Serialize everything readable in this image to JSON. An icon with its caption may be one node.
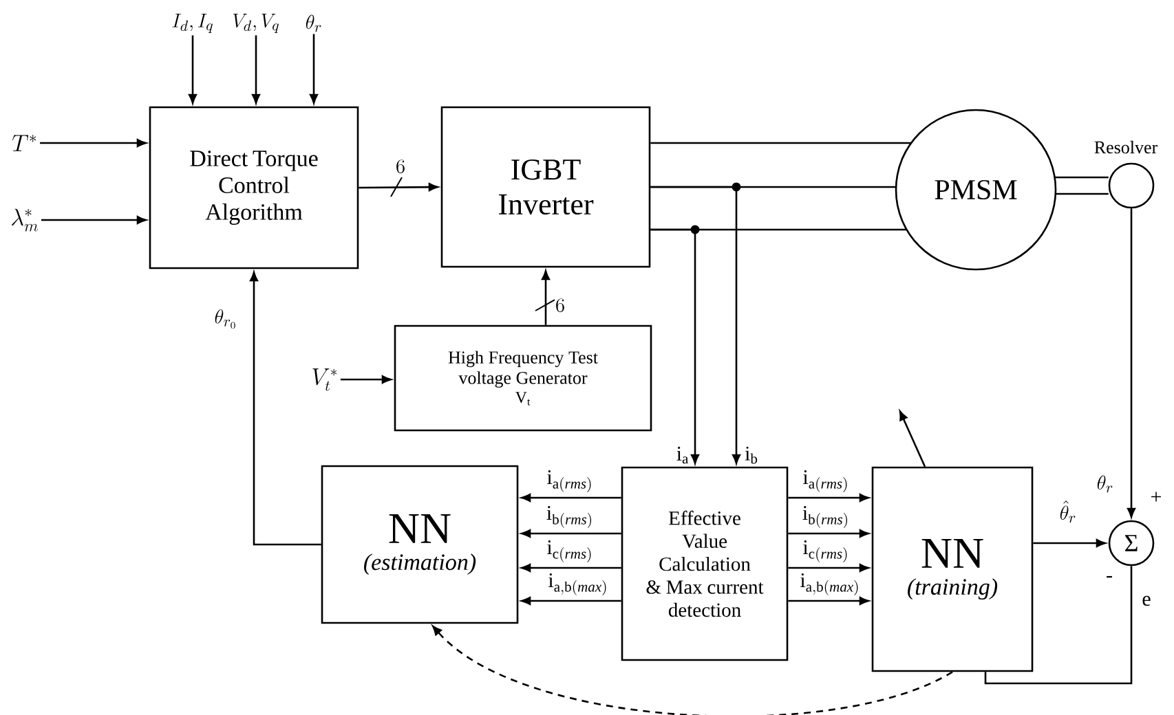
{
  "diagram": {
    "nodes": [
      {
        "text": [
          "Direct Torque Control Algorithm"
        ]
      },
      {
        "text": [
          "IGBT Inverter"
        ]
      },
      {
        "text": [
          "PMSM"
        ]
      },
      {
        "text": [],
        "shape": "circle",
        "beside": [
          "Resolver"
        ]
      },
      {
        "text": [
          "High Frequency Test voltage Generator",
          "V$_{t}$"
        ]
      },
      {
        "text": [
          "NN",
          "(estimation)"
        ]
      },
      {
        "text": [
          "Effective Value Calculation & Max current detection"
        ]
      },
      {
        "text": [
          "NN",
          "(training)"
        ]
      },
      {
        "text": [
          "Σ"
        ]
      },
      {
        "text": [
          "I_d,I_q"
        ]
      },
      {
        "text": [
          "V_d,V_q"
        ]
      },
      {
        "text": [
          "\\theta_r"
        ]
      },
      {
        "text": [
          "T^{*}"
        ]
      },
      {
        "text": [
          "\\lambda_m^{*}"
        ]
      },
      {
        "text": [
          "V_t^{*}"
        ]
      }
    ],
    "edges": [
      {
        "from": 9,
        "to": 0,
        "arrow": "to"
      },
      {
        "from": 10,
        "to": 0,
        "arrow": "to"
      },
      {
        "from": 11,
        "to": 0,
        "arrow": "to"
      },
      {
        "from": 12,
        "to": 0,
        "arrow": "to"
      },
      {
        "from": 13,
        "to": 0,
        "arrow": "to"
      },
      {
        "from": 0,
        "to": 1,
        "arrow": "to",
        "label": "6"
      },
      {
        "from": 1,
        "to": 2,
        "arrow": "none"
      },
      {
        "from": 1,
        "to": 2,
        "arrow": "none"
      },
      {
        "from": 1,
        "to": 2,
        "arrow": "none"
      },
      {
        "from": 2,
        "to": 3,
        "arrow": "none"
      },
      {
        "from": 3,
        "to": 8,
        "arrow": "to",
        "label": "\\theta_r"
      },
      {
        "from": 14,
        "to": 4,
        "arrow": "to"
      },
      {
        "from": 4,
        "to": 1,
        "arrow": "to",
        "label": "6"
      },
      {
        "from": 1,
        "to": 6,
        "arrow": "to",
        "label": "\\mathrm{i}_{\\mathrm{a}}"
      },
      {
        "from": 1,
        "to": 6,
        "arrow": "to",
        "label": "\\mathrm{i}_{\\mathrm{b}}"
      },
      {
        "from": 6,
        "to": 5,
        "arrow": "to",
        "label": "\\mathrm{i}_{\\mathrm{a}(\\mathit{rms})}"
      },
      {
        "from": 6,
        "to": 5,
        "arrow": "to",
        "label": "\\mathrm{i}_{\\mathrm{b}(\\mathit{rms})}"
      },
      {
        "from": 6,
        "to": 5,
        "arrow": "to",
        "label": "\\mathrm{i}_{\\mathrm{c}(\\mathit{rms})}"
      },
      {
        "from": 6,
        "to": 5,
        "arrow": "to",
        "label": "\\mathrm{i}_{\\mathrm{a,b}(\\mathit{max})}"
      },
      {
        "from": 6,
        "to": 7,
        "arrow": "to",
        "label": "\\mathrm{i}_{\\mathrm{a}(\\mathit{rms})}"
      },
      {
        "from": 6,
        "to": 7,
        "arrow": "to",
        "label": "\\mathrm{i}_{\\mathrm{b}(\\mathit{rms})}"
      },
      {
        "from": 6,
        "to": 7,
        "arrow": "to",
        "label": "\\mathrm{i}_{\\mathrm{c}(\\mathit{rms})}"
      },
      {
        "from": 6,
        "to": 7,
        "arrow": "to",
        "label": "\\mathrm{i}_{\\mathrm{a,b}(\\mathit{max})}"
      },
      {
        "from": 7,
        "to": 8,
        "arrow": "to",
        "label": "\\hat{\\theta}_r"
      },
      {
        "from": 8,
        "to": 7,
        "arrow": "none",
        "label": "e"
      },
      {
        "from": 5,
        "to": 0,
        "arrow": "to",
        "label": "\\theta_{r_0}"
      },
      {
        "from": 7,
        "to": 5,
        "arrow": "to",
        "style": "dashed"
      },
      {
        "from": 7,
        "to": null,
        "arrow": "to"
      }
    ],
    "labels": [
      "+",
      "-"
    ]
  }
}
